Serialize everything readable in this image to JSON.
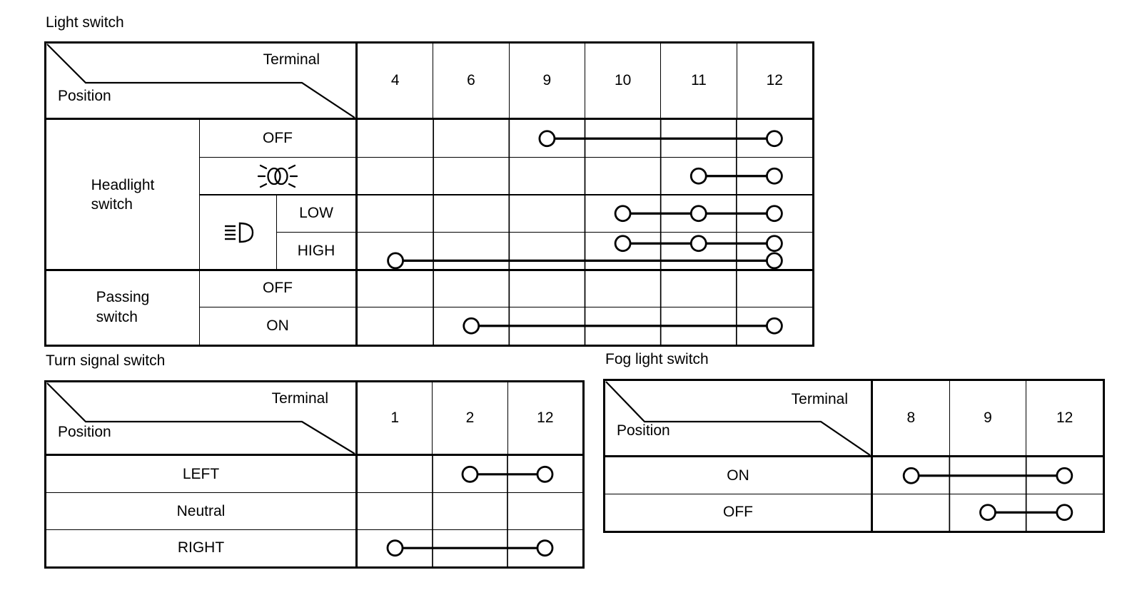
{
  "page": {
    "background": "#ffffff",
    "line_color": "#000000"
  },
  "light_switch": {
    "title": "Light switch",
    "terminal_label": "Terminal",
    "position_label": "Position",
    "terminals": [
      "4",
      "6",
      "9",
      "10",
      "11",
      "12"
    ],
    "row_count": 6,
    "groups": {
      "headlight": "Headlight\nswitch",
      "passing": "Passing\nswitch"
    },
    "rows": {
      "off": "OFF",
      "parking_icon": "parking-lamp-icon",
      "beam_icon": "headlight-beam-icon",
      "low": "LOW",
      "high": "HIGH",
      "passing_off": "OFF",
      "passing_on": "ON"
    },
    "connections": [
      {
        "row": 0,
        "terminals": [
          "9",
          "12"
        ]
      },
      {
        "row": 1,
        "terminals": [
          "11",
          "12"
        ]
      },
      {
        "row": 2,
        "terminals": [
          "10",
          "11",
          "12"
        ]
      },
      {
        "row": 3,
        "terminals": [
          "10",
          "11",
          "12"
        ],
        "dy": 0.3
      },
      {
        "row": 3,
        "terminals": [
          "4",
          "12"
        ],
        "dy": 0.76
      },
      {
        "row": 5,
        "terminals": [
          "6",
          "12"
        ]
      }
    ]
  },
  "turn_signal": {
    "title": "Turn signal switch",
    "terminal_label": "Terminal",
    "position_label": "Position",
    "terminals": [
      "1",
      "2",
      "12"
    ],
    "row_count": 3,
    "row_labels": [
      "LEFT",
      "Neutral",
      "RIGHT"
    ],
    "connections": [
      {
        "row": 0,
        "terminals": [
          "2",
          "12"
        ]
      },
      {
        "row": 2,
        "terminals": [
          "1",
          "12"
        ]
      }
    ]
  },
  "fog_light": {
    "title": "Fog light switch",
    "terminal_label": "Terminal",
    "position_label": "Position",
    "terminals": [
      "8",
      "9",
      "12"
    ],
    "row_count": 2,
    "row_labels": [
      "ON",
      "OFF"
    ],
    "connections": [
      {
        "row": 0,
        "terminals": [
          "8",
          "12"
        ]
      },
      {
        "row": 1,
        "terminals": [
          "9",
          "12"
        ]
      }
    ]
  }
}
